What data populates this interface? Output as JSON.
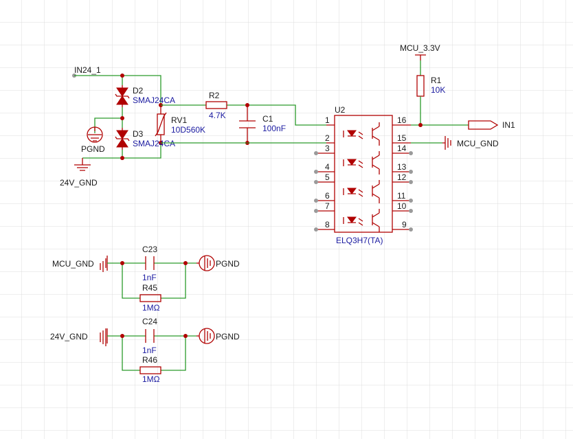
{
  "net_labels": {
    "in24_1": "IN24_1",
    "mcu_3v3": "MCU_3.3V",
    "in1": "IN1",
    "mcu_gnd_right": "MCU_GND",
    "mcu_gnd_bottom": "MCU_GND",
    "gnd24v_top": "24V_GND",
    "gnd24v_bottom": "24V_GND",
    "pgnd_left": "PGND",
    "pgnd_c23": "PGND",
    "pgnd_c24": "PGND"
  },
  "components": {
    "d2": {
      "designator": "D2",
      "value": "SMAJ24CA"
    },
    "d3": {
      "designator": "D3",
      "value": "SMAJ24CA"
    },
    "rv1": {
      "designator": "RV1",
      "value": "10D560K"
    },
    "r2": {
      "designator": "R2",
      "value": "4.7K"
    },
    "c1": {
      "designator": "C1",
      "value": "100nF"
    },
    "r1": {
      "designator": "R1",
      "value": "10K"
    },
    "u2": {
      "designator": "U2",
      "value": "ELQ3H7(TA)"
    },
    "c23": {
      "designator": "C23",
      "value": "1nF"
    },
    "r45": {
      "designator": "R45",
      "value": "1MΩ"
    },
    "c24": {
      "designator": "C24",
      "value": "1nF"
    },
    "r46": {
      "designator": "R46",
      "value": "1MΩ"
    }
  },
  "u2_pins": {
    "p1": "1",
    "p2": "2",
    "p3": "3",
    "p4": "4",
    "p5": "5",
    "p6": "6",
    "p7": "7",
    "p8": "8",
    "p9": "9",
    "p10": "10",
    "p11": "11",
    "p12": "12",
    "p13": "13",
    "p14": "14",
    "p15": "15",
    "p16": "16"
  },
  "colors": {
    "wire": "#2a9a2a",
    "component": "#b00000",
    "value_text": "#1a1aa0",
    "grid": "#dcdcdc"
  }
}
